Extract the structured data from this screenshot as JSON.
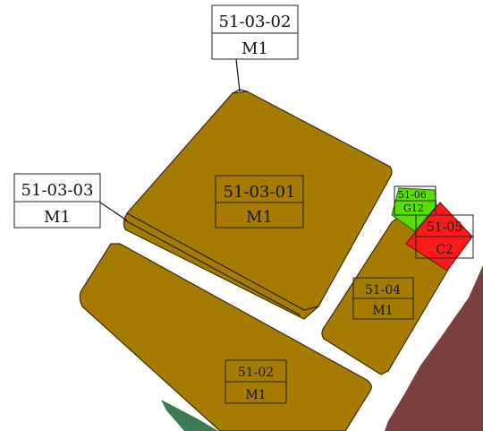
{
  "colors": {
    "background": "#ffffff",
    "industrial": "#A67C00",
    "industrial_edge": "#3a2c00",
    "green_space": "#55E000",
    "commercial": "#FF1A1A",
    "dark_region": "#7B3F3F",
    "forest_region": "#3C7A52"
  },
  "parcels": {
    "p510301": {
      "code": "51-03-01",
      "use": "M1"
    },
    "p510302": {
      "code": "51-03-02",
      "use": "M1"
    },
    "p510303": {
      "code": "51-03-03",
      "use": "M1"
    },
    "p5102": {
      "code": "51-02",
      "use": "M1"
    },
    "p5104": {
      "code": "51-04",
      "use": "M1"
    },
    "p5105": {
      "code": "51-05",
      "use": "C2"
    },
    "p5106": {
      "code": "51-06",
      "use": "G12"
    }
  }
}
